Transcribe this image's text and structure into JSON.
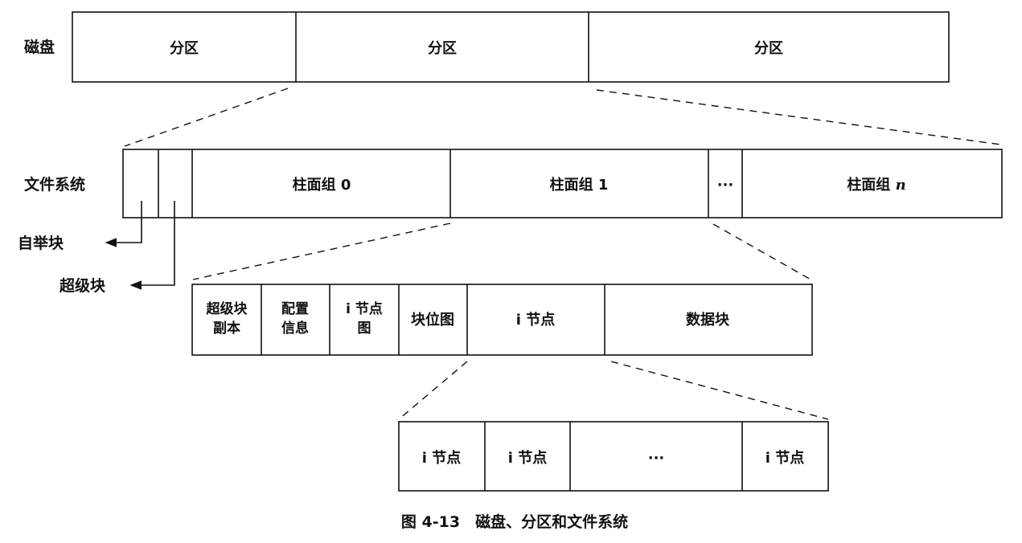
{
  "labels": {
    "disk": "磁盘",
    "filesystem": "文件系统",
    "boot_block": "自举块",
    "super_block": "超级块"
  },
  "disk_partitions": [
    "分区",
    "分区",
    "分区"
  ],
  "filesystem_cells": {
    "cg0": "柱面组 0",
    "cg1": "柱面组 1",
    "ellipsis": "···",
    "cgn_prefix": "柱面组 ",
    "cgn_suffix": "n"
  },
  "cylinder_group": {
    "super_copy": [
      "超级块",
      "副本"
    ],
    "config": [
      "配置",
      "信息"
    ],
    "inode_map": [
      "i 节点",
      "图"
    ],
    "block_map": "块位图",
    "inodes": "i 节点",
    "data_blocks": "数据块"
  },
  "inode_cells": [
    "i 节点",
    "i 节点",
    "···",
    "i 节点"
  ],
  "caption": "图 4-13　磁盘、分区和文件系统"
}
